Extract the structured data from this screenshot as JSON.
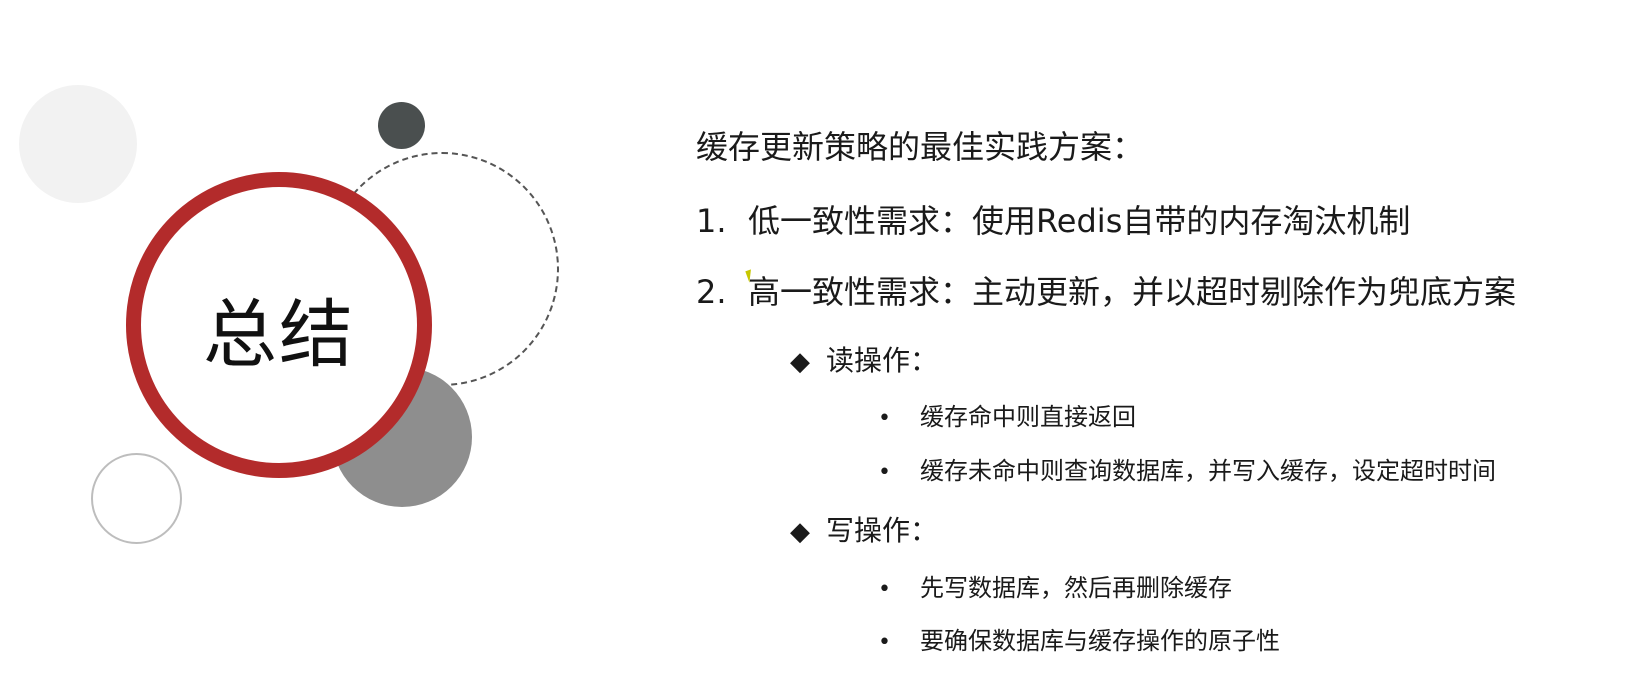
{
  "summary": {
    "title": "总结"
  },
  "content": {
    "heading": "缓存更新策略的最佳实践方案：",
    "points": [
      {
        "number": "1.",
        "text": "低一致性需求：使用Redis自带的内存淘汰机制"
      },
      {
        "number": "2.",
        "text": "高一致性需求：主动更新，并以超时剔除作为兜底方案"
      }
    ],
    "sections": [
      {
        "marker": "◆",
        "label": "读操作：",
        "bullets": [
          {
            "marker": "•",
            "text": "缓存命中则直接返回"
          },
          {
            "marker": "•",
            "text": "缓存未命中则查询数据库，并写入缓存，设定超时时间"
          }
        ]
      },
      {
        "marker": "◆",
        "label": "写操作：",
        "bullets": [
          {
            "marker": "•",
            "text": "先写数据库，然后再删除缓存"
          },
          {
            "marker": "•",
            "text": "要确保数据库与缓存操作的原子性"
          }
        ]
      }
    ]
  },
  "colors": {
    "accent_red": "#b32b2b",
    "dark_circle": "#4a4f4f",
    "gray_circle": "#8e8e8e",
    "light_circle": "#f2f2f2"
  }
}
